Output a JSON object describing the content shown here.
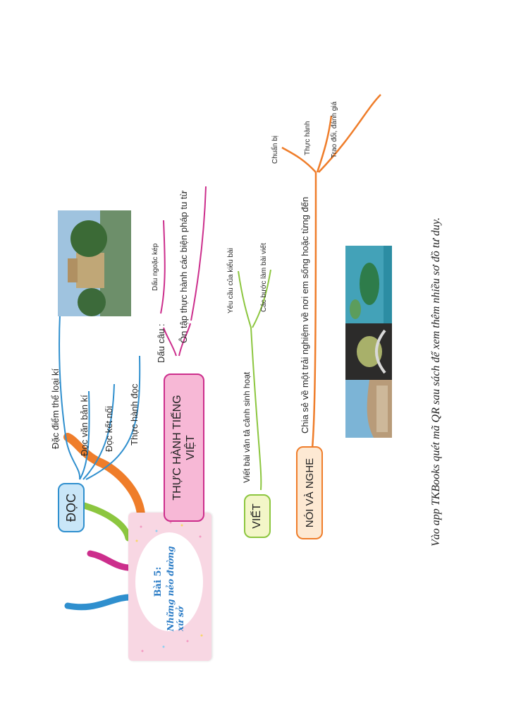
{
  "center": {
    "title": "Bài 5:",
    "subtitle": "Những nẻo đường xứ sở"
  },
  "branches": {
    "doc": {
      "label": "ĐỌC",
      "color": "#2f8fce",
      "fill": "#c9e6f8",
      "items": [
        "Đặc điểm thể loại kí",
        "Đọc văn bản kí",
        "Đọc kết nối",
        "Thực hành đọc"
      ]
    },
    "tv": {
      "label": "THỰC HÀNH TIẾNG VIỆT",
      "color": "#cc2e8c",
      "fill": "#f7b8d6",
      "items": [
        "Dấu câu :",
        "Ôn tập thực hành các biện pháp tu từ"
      ],
      "sub": [
        "Dấu ngoặc kép"
      ]
    },
    "viet": {
      "label": "VIẾT",
      "color": "#8cc63f",
      "fill": "#f3f6c8",
      "items": [
        "Viết bài văn tả cảnh sinh hoạt"
      ],
      "sub": [
        "Yêu cầu của kiểu bài",
        "Các bước làm bài viết"
      ]
    },
    "nn": {
      "label": "NÓI VÀ NGHE",
      "color": "#ef7d2a",
      "fill": "#fde9d3",
      "items": [
        "Chia sẻ về một trải nghiệm về nơi em sống hoặc từng đến"
      ],
      "sub": [
        "Chuẩn bị",
        "Thực hành",
        "Trao đổi, đánh giá"
      ]
    }
  },
  "footer": "Vào app TKBooks quét mã QR sau sách để xem thêm nhiều sơ đồ tư duy."
}
